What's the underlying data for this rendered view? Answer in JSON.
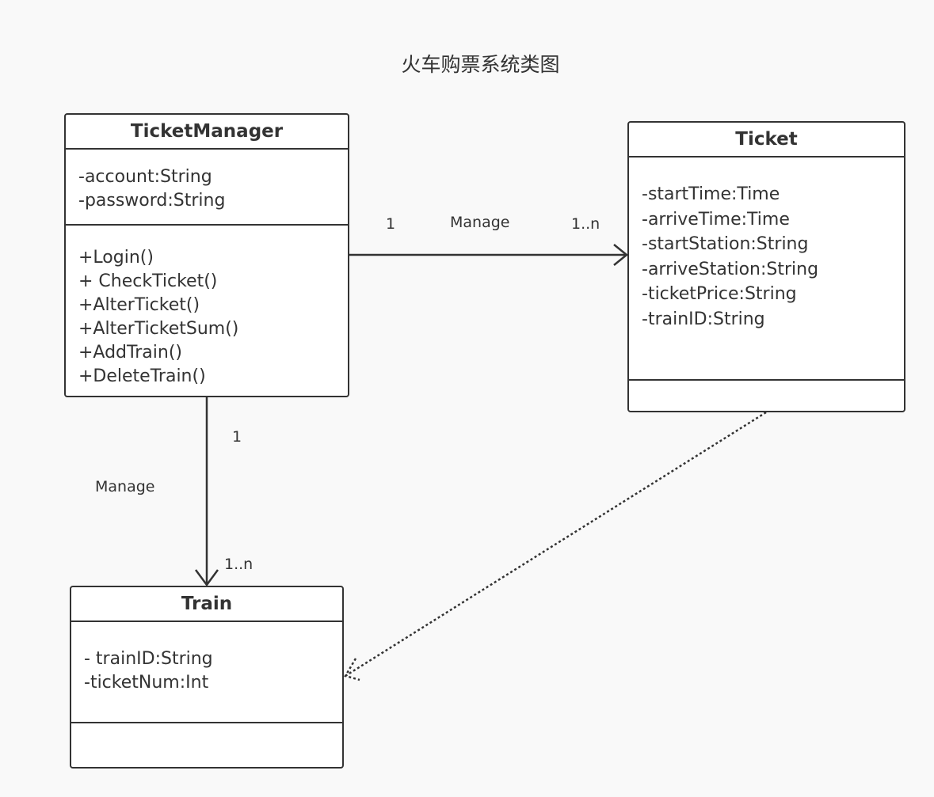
{
  "title": "火车购票系统类图",
  "classes": {
    "ticket_manager": {
      "name": "TicketManager",
      "attributes": [
        "-account:String",
        "-password:String"
      ],
      "operations": [
        "+Login()",
        "+ CheckTicket()",
        "+AlterTicket()",
        "+AlterTicketSum()",
        "+AddTrain()",
        "+DeleteTrain()"
      ]
    },
    "ticket": {
      "name": "Ticket",
      "attributes": [
        "-startTime:Time",
        "-arriveTime:Time",
        "-startStation:String",
        "-arriveStation:String",
        "-ticketPrice:String",
        "-trainID:String"
      ],
      "operations": []
    },
    "train": {
      "name": "Train",
      "attributes": [
        "- trainID:String",
        "-ticketNum:Int"
      ],
      "operations": []
    }
  },
  "associations": {
    "manager_ticket": {
      "label": "Manage",
      "source_multiplicity": "1",
      "target_multiplicity": "1..n"
    },
    "manager_train": {
      "label": "Manage",
      "source_multiplicity": "1",
      "target_multiplicity": "1..n"
    }
  },
  "colors": {
    "line": "#333333",
    "background": "#f9f9f9",
    "box_fill": "#ffffff"
  }
}
